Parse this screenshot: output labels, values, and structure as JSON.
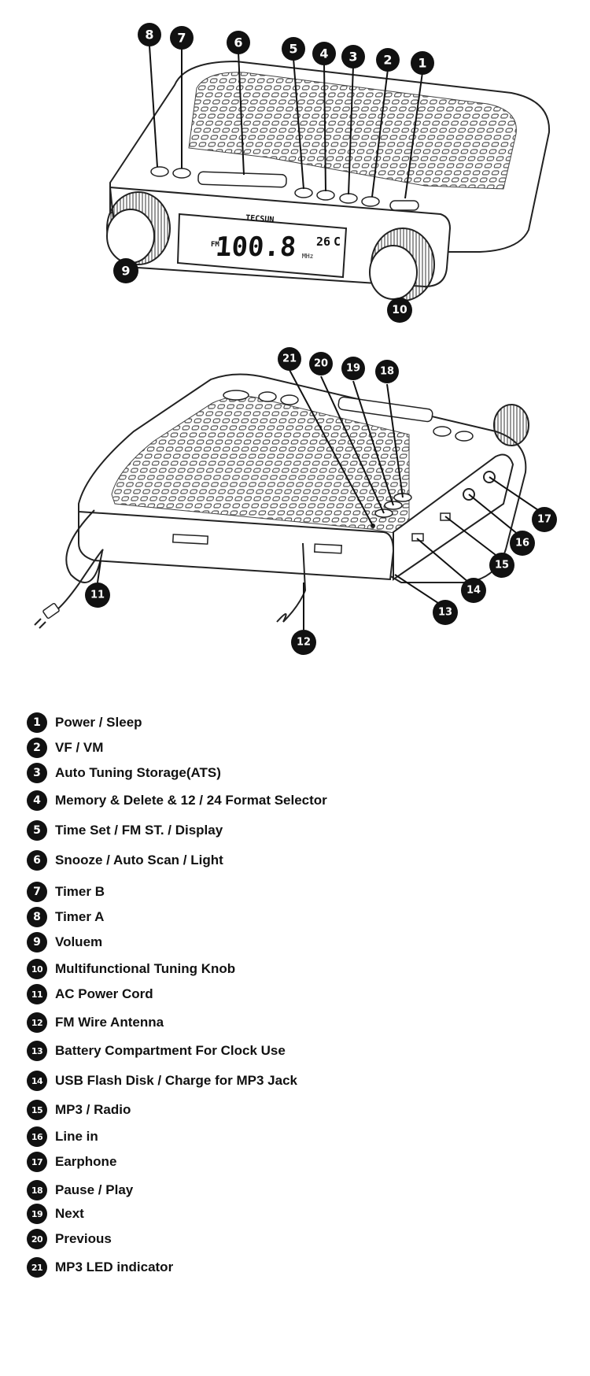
{
  "device_text": {
    "brand": "TECSUN",
    "frequency": "100.8",
    "band": "FM",
    "unit": "MHz",
    "temperature": "26",
    "temp_unit": "C"
  },
  "callouts_front": [
    "8",
    "7",
    "6",
    "5",
    "4",
    "3",
    "2",
    "1",
    "9",
    "10"
  ],
  "callouts_back": [
    "21",
    "20",
    "19",
    "18",
    "17",
    "16",
    "15",
    "14",
    "13",
    "11",
    "12"
  ],
  "legend": [
    {
      "num": "1",
      "label": "Power / Sleep"
    },
    {
      "num": "2",
      "label": "VF / VM"
    },
    {
      "num": "3",
      "label": "Auto Tuning Storage(ATS)"
    },
    {
      "num": "4",
      "label": "Memory & Delete & 12 / 24 Format Selector"
    },
    {
      "num": "5",
      "label": "Time Set / FM ST. / Display"
    },
    {
      "num": "6",
      "label": "Snooze / Auto Scan / Light"
    },
    {
      "num": "7",
      "label": "Timer B"
    },
    {
      "num": "8",
      "label": "Timer A"
    },
    {
      "num": "9",
      "label": "Voluem"
    },
    {
      "num": "10",
      "label": "Multifunctional Tuning Knob"
    },
    {
      "num": "11",
      "label": "AC Power Cord"
    },
    {
      "num": "12",
      "label": "FM Wire Antenna"
    },
    {
      "num": "13",
      "label": "Battery Compartment For Clock Use"
    },
    {
      "num": "14",
      "label": "USB Flash Disk / Charge for MP3 Jack"
    },
    {
      "num": "15",
      "label": "MP3 / Radio"
    },
    {
      "num": "16",
      "label": "Line in"
    },
    {
      "num": "17",
      "label": "Earphone"
    },
    {
      "num": "18",
      "label": "Pause / Play"
    },
    {
      "num": "19",
      "label": "Next"
    },
    {
      "num": "20",
      "label": "Previous"
    },
    {
      "num": "21",
      "label": "MP3 LED indicator"
    }
  ]
}
